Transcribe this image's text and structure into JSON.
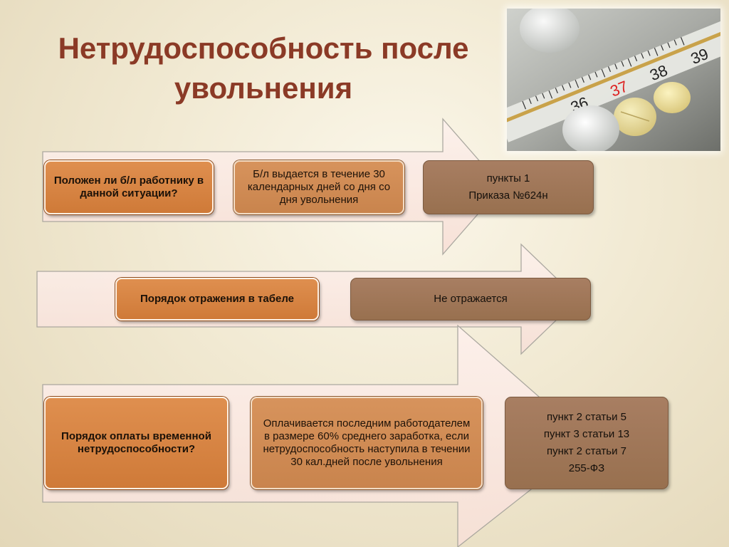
{
  "title": "Нетрудоспособность после увольнения",
  "colors": {
    "title": "#8b3a26",
    "orange_box": "#d5823f",
    "tan_box": "#cf8a53",
    "brown_box": "#9f7758",
    "arrow_fill": "#fbe9e2"
  },
  "rows": [
    {
      "question": "Положен ли б/л работнику в данной ситуации?",
      "answer": "Б/л выдается в течение 30 календарных дней со дня со дня увольнения",
      "reference": [
        "пункты 1",
        "Приказа №624н"
      ]
    },
    {
      "question": "Порядок отражения в табеле",
      "answer": "Не отражается"
    },
    {
      "question": "Порядок оплаты временной нетрудоспособности?",
      "answer": "Оплачивается последним работодателем в размере 60% среднего заработка, если нетрудоспособность наступила в течении 30 кал.дней после увольнения",
      "reference": [
        "пункт 2 статьи 5",
        "пункт 3 статьи 13",
        "пункт 2 статьи 7",
        "255-ФЗ"
      ]
    }
  ],
  "photo": {
    "icon": "thermometer-pills-photo",
    "scale_numbers": [
      "36",
      "37",
      "38",
      "39"
    ]
  }
}
